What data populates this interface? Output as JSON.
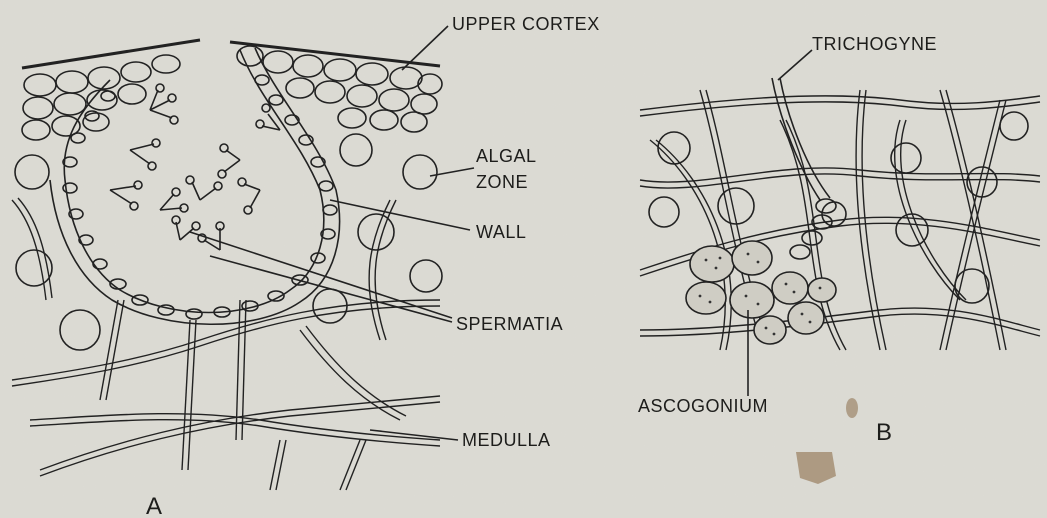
{
  "figure": {
    "panel_a": {
      "letter": "A",
      "labels": {
        "upper_cortex": "UPPER CORTEX",
        "algal_zone_1": "ALGAL",
        "algal_zone_2": "ZONE",
        "wall": "WALL",
        "spermatia": "SPERMATIA",
        "medulla": "MEDULLA"
      }
    },
    "panel_b": {
      "letter": "B",
      "labels": {
        "trichogyne": "TRICHOGYNE",
        "ascogonium": "ASCOGONIUM"
      }
    }
  }
}
